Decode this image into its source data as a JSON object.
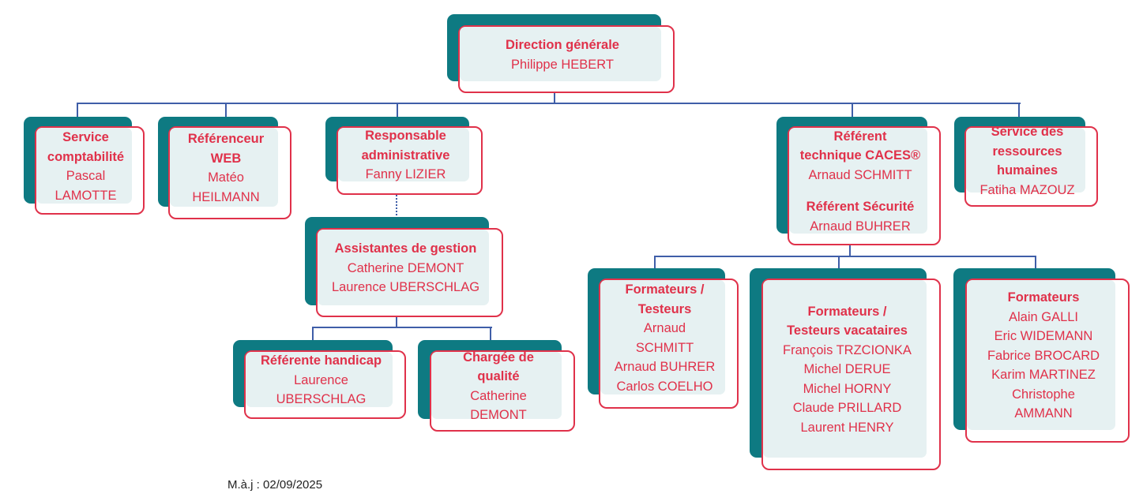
{
  "nodes": [
    {
      "id": "direction-generale",
      "lines": [
        {
          "t": "Direction générale",
          "b": true
        },
        {
          "t": "Philippe HEBERT"
        }
      ]
    },
    {
      "id": "service-comptabilite",
      "lines": [
        {
          "t": "Service",
          "b": true
        },
        {
          "t": "comptabilité",
          "b": true
        },
        {
          "t": "Pascal"
        },
        {
          "t": "LAMOTTE"
        }
      ]
    },
    {
      "id": "referenceur-web",
      "lines": [
        {
          "t": "Référenceur",
          "b": true
        },
        {
          "t": "WEB",
          "b": true
        },
        {
          "t": "Matéo"
        },
        {
          "t": "HEILMANN"
        }
      ]
    },
    {
      "id": "responsable-administrative",
      "lines": [
        {
          "t": "Responsable",
          "b": true
        },
        {
          "t": "administrative",
          "b": true
        },
        {
          "t": "Fanny LIZIER"
        }
      ]
    },
    {
      "id": "assistantes-de-gestion",
      "lines": [
        {
          "t": "Assistantes de gestion",
          "b": true
        },
        {
          "t": "Catherine DEMONT"
        },
        {
          "t": "Laurence UBERSCHLAG"
        }
      ]
    },
    {
      "id": "referente-handicap",
      "lines": [
        {
          "t": "Référente handicap",
          "b": true
        },
        {
          "t": "Laurence"
        },
        {
          "t": "UBERSCHLAG"
        }
      ]
    },
    {
      "id": "chargee-de-qualite",
      "lines": [
        {
          "t": "Chargée de",
          "b": true
        },
        {
          "t": "qualité",
          "b": true
        },
        {
          "t": "Catherine"
        },
        {
          "t": "DEMONT"
        }
      ]
    },
    {
      "id": "referent-technique-securite",
      "lines": [
        {
          "t": "Référent",
          "b": true
        },
        {
          "t": "technique CACES®",
          "b": true
        },
        {
          "t": "Arnaud SCHMITT"
        },
        {
          "t": "",
          "gap": true
        },
        {
          "t": "Référent Sécurité",
          "b": true
        },
        {
          "t": "Arnaud BUHRER"
        }
      ]
    },
    {
      "id": "service-ressources-humaines",
      "lines": [
        {
          "t": "Service des",
          "b": true
        },
        {
          "t": "ressources",
          "b": true
        },
        {
          "t": "humaines",
          "b": true
        },
        {
          "t": "Fatiha MAZOUZ"
        }
      ]
    },
    {
      "id": "formateurs-testeurs",
      "lines": [
        {
          "t": "Formateurs /",
          "b": true
        },
        {
          "t": "Testeurs",
          "b": true
        },
        {
          "t": "Arnaud"
        },
        {
          "t": "SCHMITT"
        },
        {
          "t": "Arnaud BUHRER"
        },
        {
          "t": "Carlos COELHO"
        }
      ]
    },
    {
      "id": "formateurs-testeurs-vacataires",
      "lines": [
        {
          "t": "Formateurs /",
          "b": true
        },
        {
          "t": "Testeurs vacataires",
          "b": true
        },
        {
          "t": "François TRZCIONKA"
        },
        {
          "t": "Michel DERUE"
        },
        {
          "t": "Michel HORNY"
        },
        {
          "t": "Claude PRILLARD"
        },
        {
          "t": "Laurent HENRY"
        }
      ]
    },
    {
      "id": "formateurs",
      "lines": [
        {
          "t": "Formateurs",
          "b": true
        },
        {
          "t": "Alain GALLI"
        },
        {
          "t": "Eric WIDEMANN"
        },
        {
          "t": "Fabrice BROCARD"
        },
        {
          "t": "Karim MARTINEZ"
        },
        {
          "t": "Christophe"
        },
        {
          "t": "AMMANN"
        }
      ]
    }
  ],
  "footer": {
    "update_label": "M.à.j : 02/09/2025"
  },
  "colors": {
    "teal": "#0e7a82",
    "light": "#e6f1f2",
    "accent": "#e0314a",
    "connector": "#3f5ea8"
  }
}
